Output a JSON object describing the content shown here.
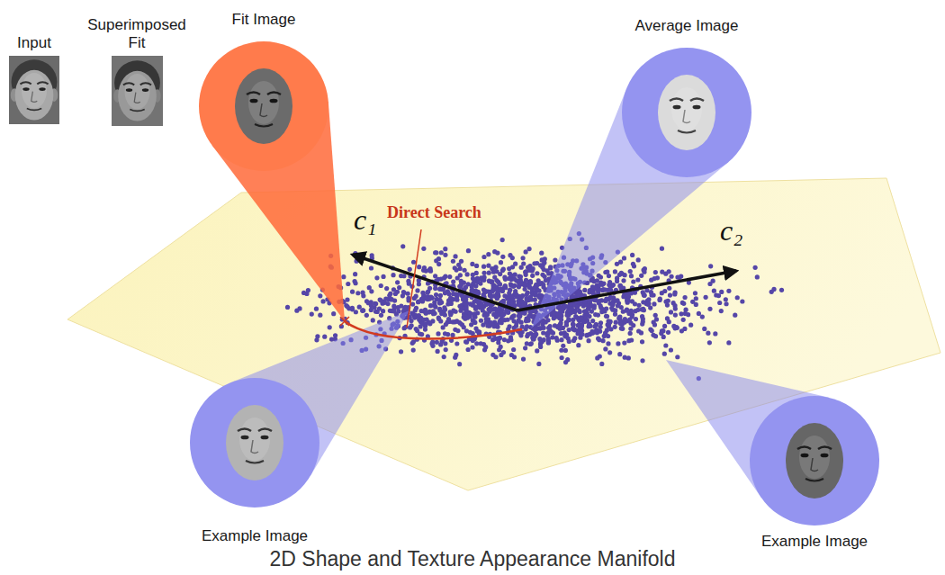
{
  "diagram": {
    "caption": "2D Shape and Texture Appearance Manifold",
    "nodes": [
      {
        "text": [
          "Input"
        ]
      },
      {
        "text": [
          "Superimposed Fit"
        ]
      },
      {
        "text": [
          "Fit Image"
        ]
      },
      {
        "text": [
          "Average Image"
        ]
      },
      {
        "text": [
          "Example Image"
        ]
      },
      {
        "text": [
          "Example Image"
        ]
      }
    ],
    "labels": [
      "Direct Search",
      "c₁",
      "c₂"
    ]
  }
}
